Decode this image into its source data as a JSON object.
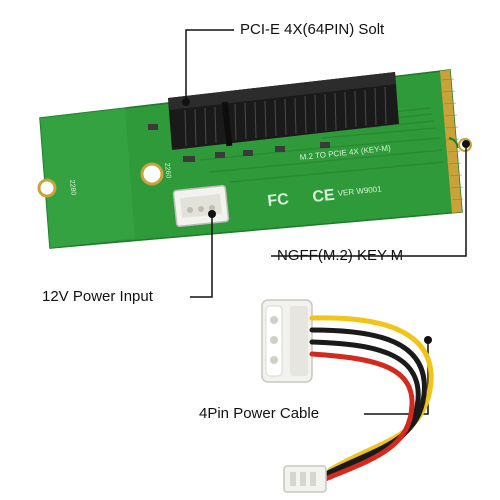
{
  "callouts": {
    "pcie_slot": "PCI-E 4X(64PIN) Solt",
    "ngff_key": "NGFF(M.2) KEY-M",
    "power_input": "12V Power Input",
    "power_cable": "4Pin Power Cable"
  },
  "board_silkscreen": {
    "model": "M.2 TO PCIE 4X (KEY-M)",
    "version": "VER W9001",
    "fc_mark": "FC",
    "ce_mark": "CE",
    "length_2280": "2280",
    "length_2260": "2260"
  },
  "colors": {
    "pcb": "#2f9a3a",
    "slot": "#1a1a1a",
    "gold": "#c9a23a",
    "wire_red": "#d42a1e",
    "wire_yellow": "#f0c419",
    "wire_black": "#1a1a1a",
    "connector": "#f2f2ee"
  }
}
